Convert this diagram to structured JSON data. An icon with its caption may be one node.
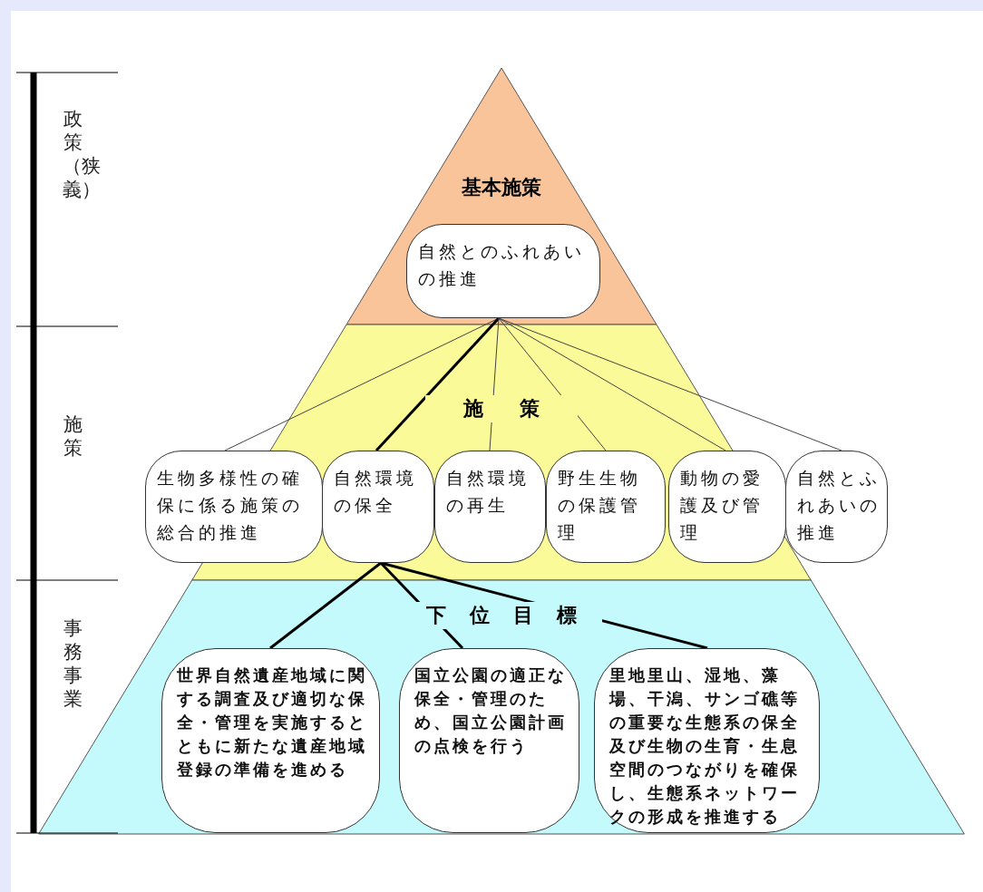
{
  "diagram": {
    "nodes": [
      {
        "text": [
          "自然とのふれあいの推進"
        ]
      },
      {
        "text": [
          "生物多様性の確保に係る施策の総合的推進"
        ]
      },
      {
        "text": [
          "自然環境の保全"
        ]
      },
      {
        "text": [
          "自然環境の再生"
        ]
      },
      {
        "text": [
          "野生生物の保護管理"
        ]
      },
      {
        "text": [
          "動物の愛護及び管理"
        ]
      },
      {
        "text": [
          "自然とふれあいの推進"
        ]
      },
      {
        "text": [
          "世界自然遺産地域に関する調査及び適切な保全・管理を実施するとともに新たな遺産地域登録の準備を進める"
        ]
      },
      {
        "text": [
          "国立公園の適正な保全・管理のため、国立公園計画の点検を行う"
        ]
      },
      {
        "text": [
          "里地里山、湿地、藻場、干潟、サンゴ礁等の重要な生態系の保全及び生物の生育・生息空間のつながりを確保し、生態系ネットワークの形成を推進する"
        ]
      }
    ],
    "edges": [
      {
        "from": 0,
        "to": 1,
        "arrow": "none"
      },
      {
        "from": 0,
        "to": 2,
        "arrow": "none",
        "style": "thick"
      },
      {
        "from": 0,
        "to": 3,
        "arrow": "none"
      },
      {
        "from": 0,
        "to": 4,
        "arrow": "none"
      },
      {
        "from": 0,
        "to": 5,
        "arrow": "none"
      },
      {
        "from": 0,
        "to": 6,
        "arrow": "none"
      },
      {
        "from": 2,
        "to": 7,
        "arrow": "none",
        "style": "thick"
      },
      {
        "from": 2,
        "to": 8,
        "arrow": "none",
        "style": "thick"
      },
      {
        "from": 2,
        "to": 9,
        "arrow": "none",
        "style": "thick"
      }
    ],
    "labels": [
      "政策（狭義）",
      "基本施策",
      "施策",
      "施策",
      "事務事業",
      "下位目標"
    ]
  }
}
